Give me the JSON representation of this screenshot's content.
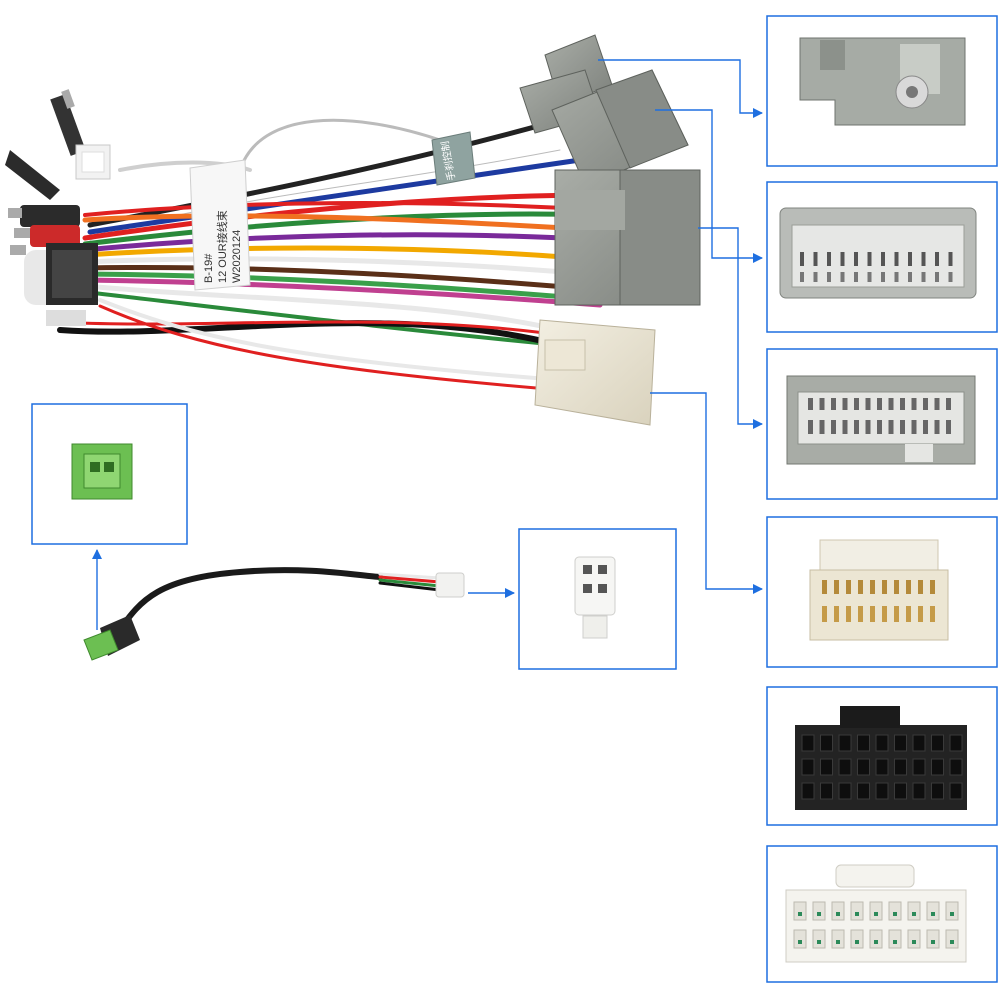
{
  "product": {
    "sleeve_label_lines": [
      "B-19#",
      "12 OUR接线束",
      "W2020124"
    ],
    "tag_label": "手刹控制",
    "accent_color": "#1e6fe0"
  },
  "connectors": [
    {
      "name": "antenna-connector",
      "body_color": "#8a8e89"
    },
    {
      "name": "gray-24pin-connector",
      "body_color": "#9a9e98"
    },
    {
      "name": "gray-wide-connector",
      "body_color": "#9a9e98"
    },
    {
      "name": "ivory-connector",
      "body_color": "#ece6d5"
    },
    {
      "name": "black-20pin-iso-connector",
      "body_color": "#222222"
    },
    {
      "name": "white-20pin-connector",
      "body_color": "#f4f3ee"
    },
    {
      "name": "green-4pin-connector",
      "body_color": "#6cbf52"
    },
    {
      "name": "white-4pin-connector",
      "body_color": "#f6f6f4"
    }
  ]
}
